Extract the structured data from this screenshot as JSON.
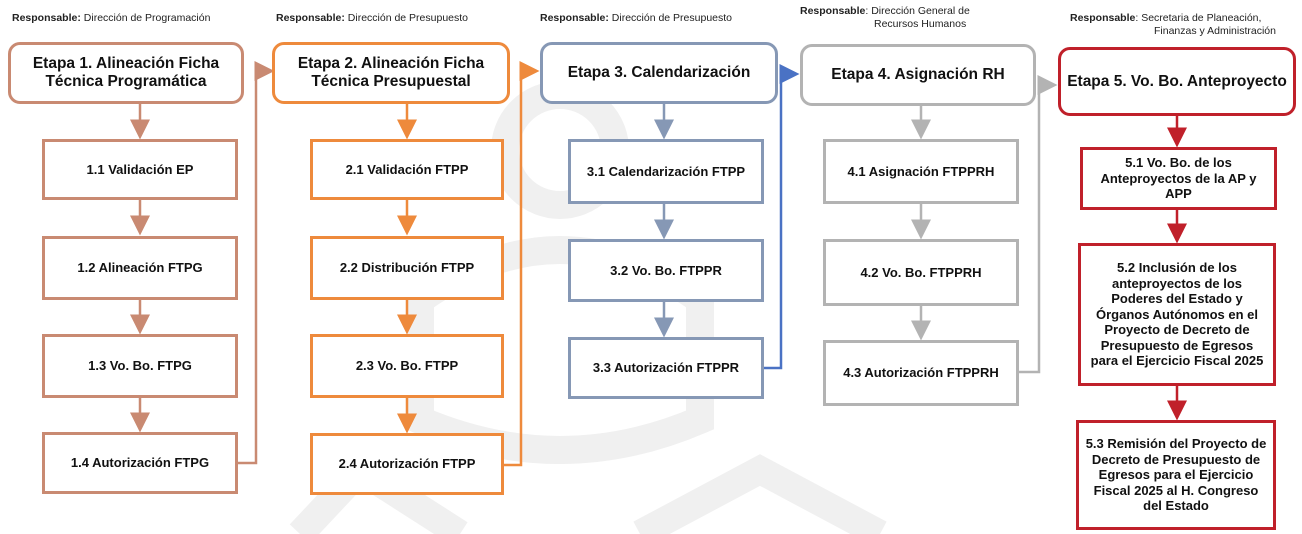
{
  "responsables": [
    {
      "label": "Responsable:",
      "text": "Dirección de Programación"
    },
    {
      "label": "Responsable:",
      "text": "Dirección de Presupuesto"
    },
    {
      "label": "Responsable:",
      "text": "Dirección de Presupuesto"
    },
    {
      "label": "Responsable",
      "text": ": Dirección General de",
      "text2": "Recursos Humanos"
    },
    {
      "label": "Responsable",
      "text": ": Secretaria de Planeación,",
      "text2": "Finanzas y Administración"
    }
  ],
  "stages": [
    {
      "title": "Etapa 1. Alineación Ficha Técnica Programática",
      "steps": [
        "1.1 Validación EP",
        "1.2 Alineación FTPG",
        "1.3 Vo. Bo. FTPG",
        "1.4 Autorización FTPG"
      ]
    },
    {
      "title": "Etapa 2. Alineación Ficha Técnica Presupuestal",
      "steps": [
        "2.1 Validación FTPP",
        "2.2 Distribución FTPP",
        "2.3 Vo. Bo. FTPP",
        "2.4 Autorización FTPP"
      ]
    },
    {
      "title": "Etapa 3. Calendarización",
      "steps": [
        "3.1 Calendarización FTPP",
        "3.2 Vo. Bo. FTPPR",
        "3.3 Autorización FTPPR"
      ]
    },
    {
      "title": "Etapa 4. Asignación RH",
      "steps": [
        "4.1 Asignación FTPPRH",
        "4.2 Vo. Bo. FTPPRH",
        "4.3 Autorización FTPPRH"
      ]
    },
    {
      "title": "Etapa 5. Vo. Bo. Anteproyecto",
      "steps": [
        "5.1 Vo. Bo. de los Anteproyectos de la AP y APP",
        "5.2 Inclusión de los anteproyectos de los Poderes del Estado y Órganos Autónomos en el Proyecto de Decreto de Presupuesto de Egresos para el Ejercicio Fiscal 2025",
        "5.3 Remisión del Proyecto de Decreto de Presupuesto de Egresos para el Ejercicio Fiscal 2025 al H. Congreso del Estado"
      ]
    }
  ],
  "colors": {
    "stage1": "#c98a72",
    "stage2": "#ee8a3c",
    "stage3": "#8698b5",
    "stage4": "#b3b3b3",
    "stage5": "#c0202a",
    "connector3to4": "#4a72c4"
  }
}
